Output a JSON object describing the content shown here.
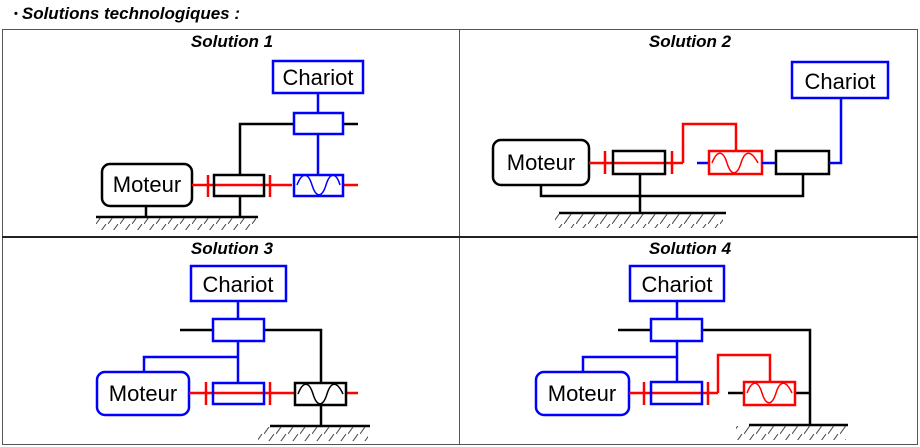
{
  "heading": {
    "bullet": "•",
    "text": "Solutions technologiques :"
  },
  "solutions": [
    {
      "title": "Solution 1",
      "chariot_label": "Chariot",
      "motor_label": "Moteur"
    },
    {
      "title": "Solution 2",
      "chariot_label": "Chariot",
      "motor_label": "Moteur"
    },
    {
      "title": "Solution 3",
      "chariot_label": "Chariot",
      "motor_label": "Moteur"
    },
    {
      "title": "Solution 4",
      "chariot_label": "Chariot",
      "motor_label": "Moteur"
    }
  ],
  "colors": {
    "frame": "#000000",
    "chariot": "#0000ff",
    "screw": "#ff0000"
  }
}
